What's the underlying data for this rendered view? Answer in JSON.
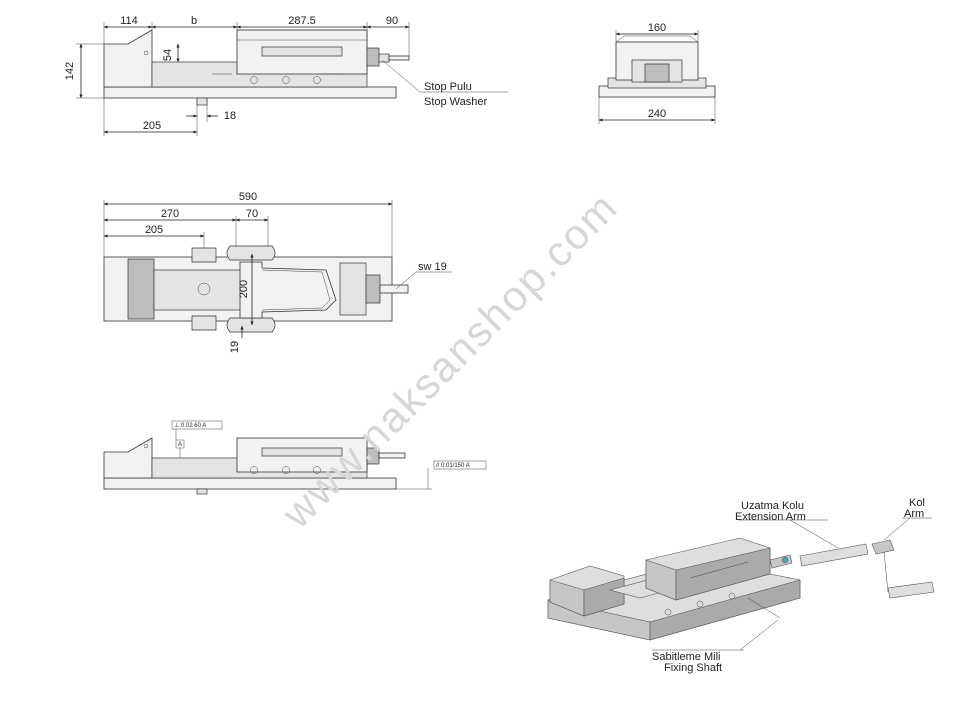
{
  "watermark": "www.naksanshop.com",
  "side_view": {
    "dims": {
      "d114": "114",
      "b": "b",
      "d287": "287.5",
      "d90": "90",
      "d142": "142",
      "d54": "54",
      "d205": "205",
      "d18": "18"
    },
    "stop_washer_tr": "Stop Pulu",
    "stop_washer_en": "Stop Washer"
  },
  "end_view": {
    "dims": {
      "d160": "160",
      "d240": "240"
    }
  },
  "top_view": {
    "dims": {
      "d590": "590",
      "d270": "270",
      "d70": "70",
      "d205": "205",
      "d200": "200",
      "d19": "19",
      "sw": "sw 19"
    }
  },
  "tolerance_view": {
    "tol_top": "⊥ 0.02 60 A",
    "datum": "A",
    "tol_side": "// 0.01/150 A"
  },
  "iso_view": {
    "extension_tr": "Uzatma Kolu",
    "extension_en": "Extension Arm",
    "arm_tr": "Kol",
    "arm_en": "Arm",
    "fixing_tr": "Sabitleme Mili",
    "fixing_en": "Fixing Shaft"
  }
}
